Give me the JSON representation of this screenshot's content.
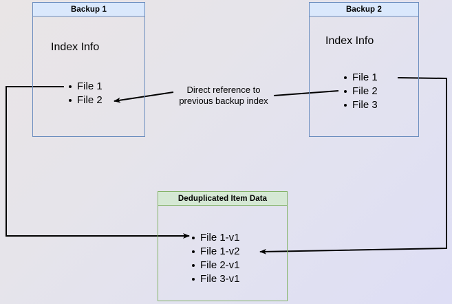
{
  "diagram": {
    "background_from": "#e9e5e6",
    "background_to": "#dedef5",
    "blue_border": "#6c8ebf",
    "blue_fill": "#dae8fc",
    "green_border": "#82b366",
    "green_fill": "#d5e8d4",
    "line_color": "#000000"
  },
  "backup1": {
    "title": "Backup 1",
    "index_label": "Index Info",
    "files": [
      "File 1",
      "File 2"
    ]
  },
  "backup2": {
    "title": "Backup 2",
    "index_label": "Index Info",
    "files": [
      "File 1",
      "File 2",
      "File 3"
    ]
  },
  "dedup": {
    "title": "Deduplicated Item Data",
    "items": [
      "File 1-v1",
      "File 1-v2",
      "File 2-v1",
      "File 3-v1"
    ]
  },
  "annotations": {
    "direct_reference_line1": "Direct reference to",
    "direct_reference_line2": "previous backup index"
  }
}
